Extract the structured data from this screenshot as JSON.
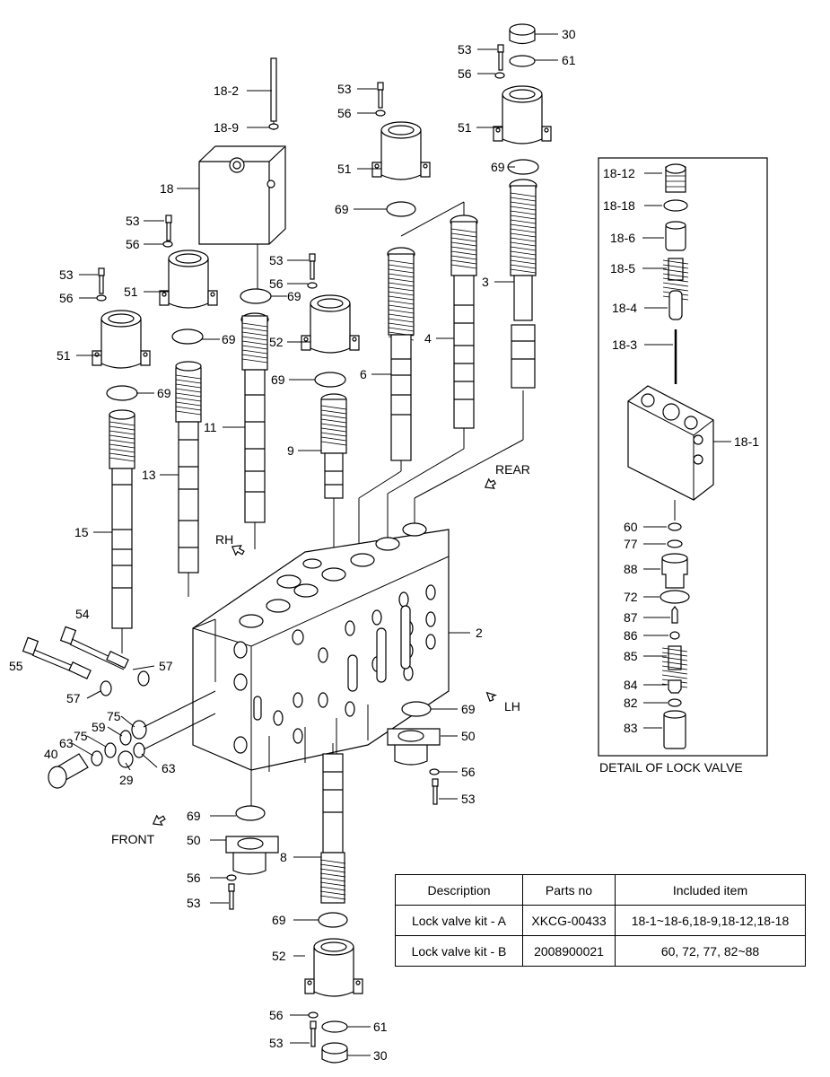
{
  "labels": {
    "l18_2": "18-2",
    "l18_9": "18-9",
    "l18": "18",
    "l53a": "53",
    "l56a": "56",
    "l51a": "51",
    "l53b": "53",
    "l56b": "56",
    "l51b": "51",
    "l69a": "69",
    "l69b": "69",
    "l15": "15",
    "l13": "13",
    "l11": "11",
    "l53c": "53",
    "l56c": "56",
    "l69c": "69",
    "l52a": "52",
    "l69d": "69",
    "l9": "9",
    "l53d": "53",
    "l56d": "56",
    "l51c": "51",
    "l69e": "69",
    "l6": "6",
    "l4": "4",
    "l53e": "53",
    "l56e": "56",
    "l30a": "30",
    "l61a": "61",
    "l51d": "51",
    "l69f": "69",
    "l3": "3",
    "l54": "54",
    "l55": "55",
    "l57a": "57",
    "l57b": "57",
    "l2": "2",
    "l75a": "75",
    "l59": "59",
    "l75b": "75",
    "l63a": "63",
    "l40": "40",
    "l29": "29",
    "l63b": "63",
    "l69g": "69",
    "l50a": "50",
    "l56f": "56",
    "l53f": "53",
    "l69h": "69",
    "l50b": "50",
    "l56g": "56",
    "l53g": "53",
    "l8": "8",
    "l69i": "69",
    "l52b": "52",
    "l56h": "56",
    "l53h": "53",
    "l61b": "61",
    "l30b": "30"
  },
  "directions": {
    "rear": "REAR",
    "rh": "RH",
    "lh": "LH",
    "front": "FRONT"
  },
  "detail": {
    "title": "DETAIL OF LOCK VALVE",
    "parts": [
      "18-12",
      "18-18",
      "18-6",
      "18-5",
      "18-4",
      "18-3",
      "18-1",
      "60",
      "77",
      "88",
      "72",
      "87",
      "86",
      "85",
      "84",
      "82",
      "83"
    ]
  },
  "table": {
    "headers": [
      "Description",
      "Parts no",
      "Included item"
    ],
    "rows": [
      [
        "Lock valve kit - A",
        "XKCG-00433",
        "18-1~18-6,18-9,18-12,18-18"
      ],
      [
        "Lock valve kit - B",
        "2008900021",
        "60, 72, 77, 82~88"
      ]
    ]
  }
}
